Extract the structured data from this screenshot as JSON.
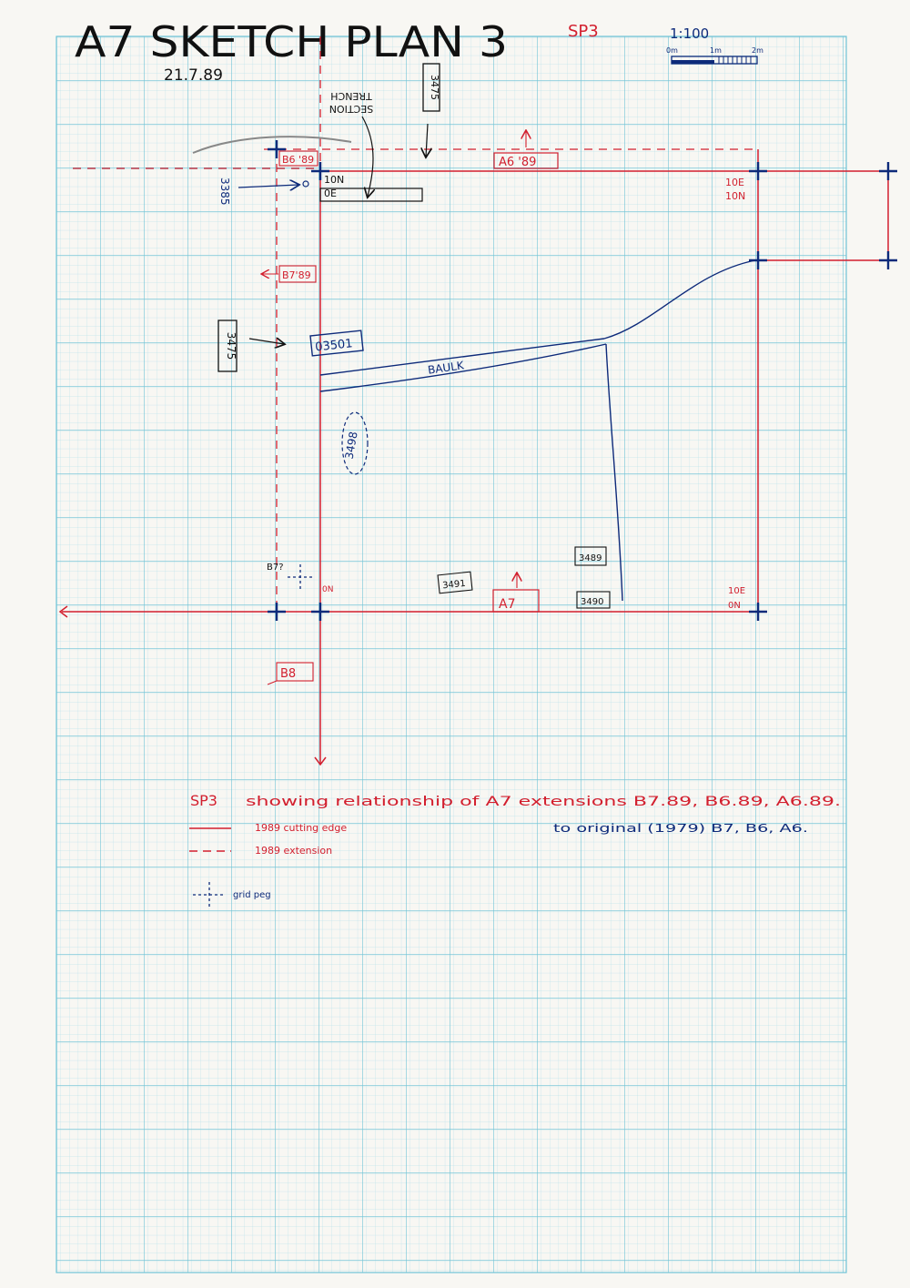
{
  "header": {
    "title": "A7 SKETCH PLAN 3",
    "date": "21.7.89",
    "sheet_code": "SP3",
    "scale": "1:100",
    "scale_ticks": [
      "0m",
      "1m",
      "2m"
    ]
  },
  "labels": {
    "trench_a6": "A6 '89",
    "trench_b6": "B6 '89",
    "trench_b7": "B7'89",
    "trench_b8": "B8",
    "trench_a7": "A7",
    "grid_10n_0e": [
      "10N",
      "0E"
    ],
    "grid_10e_10n": [
      "10E",
      "10N"
    ],
    "grid_10e_0n": [
      "10E",
      "0N"
    ],
    "grid_0n": "0N",
    "b7_peg": "B7?",
    "section_trench": [
      "SECTION",
      "TRENCH"
    ],
    "baulk": "BAULK",
    "context_3475_top": "3475",
    "context_3475_left": "3475",
    "context_3385": "3385",
    "context_03501": "03501",
    "context_3498": "3498",
    "context_3491": "3491",
    "context_3489": "3489",
    "context_3490": "3490"
  },
  "legend": {
    "caption_prefix": "SP3",
    "caption_line1": "showing relationship of A7 extensions B7.89, B6.89, A6.89.",
    "caption_line2": "to original (1979) B7, B6, A6.",
    "cutting_edge": "1989 cutting edge",
    "extension": "1989 extension",
    "grid_peg": "grid peg"
  },
  "colors": {
    "paper": "#f8f7f3",
    "grid_minor": "#bfe3ec",
    "grid_major": "#6fc3d6",
    "red_ink": "#d21f2e",
    "blue_ink": "#0d2a7a",
    "black_ink": "#111111"
  },
  "icons": {
    "grid_peg": "crosshair-icon",
    "arrow": "arrow-icon"
  }
}
